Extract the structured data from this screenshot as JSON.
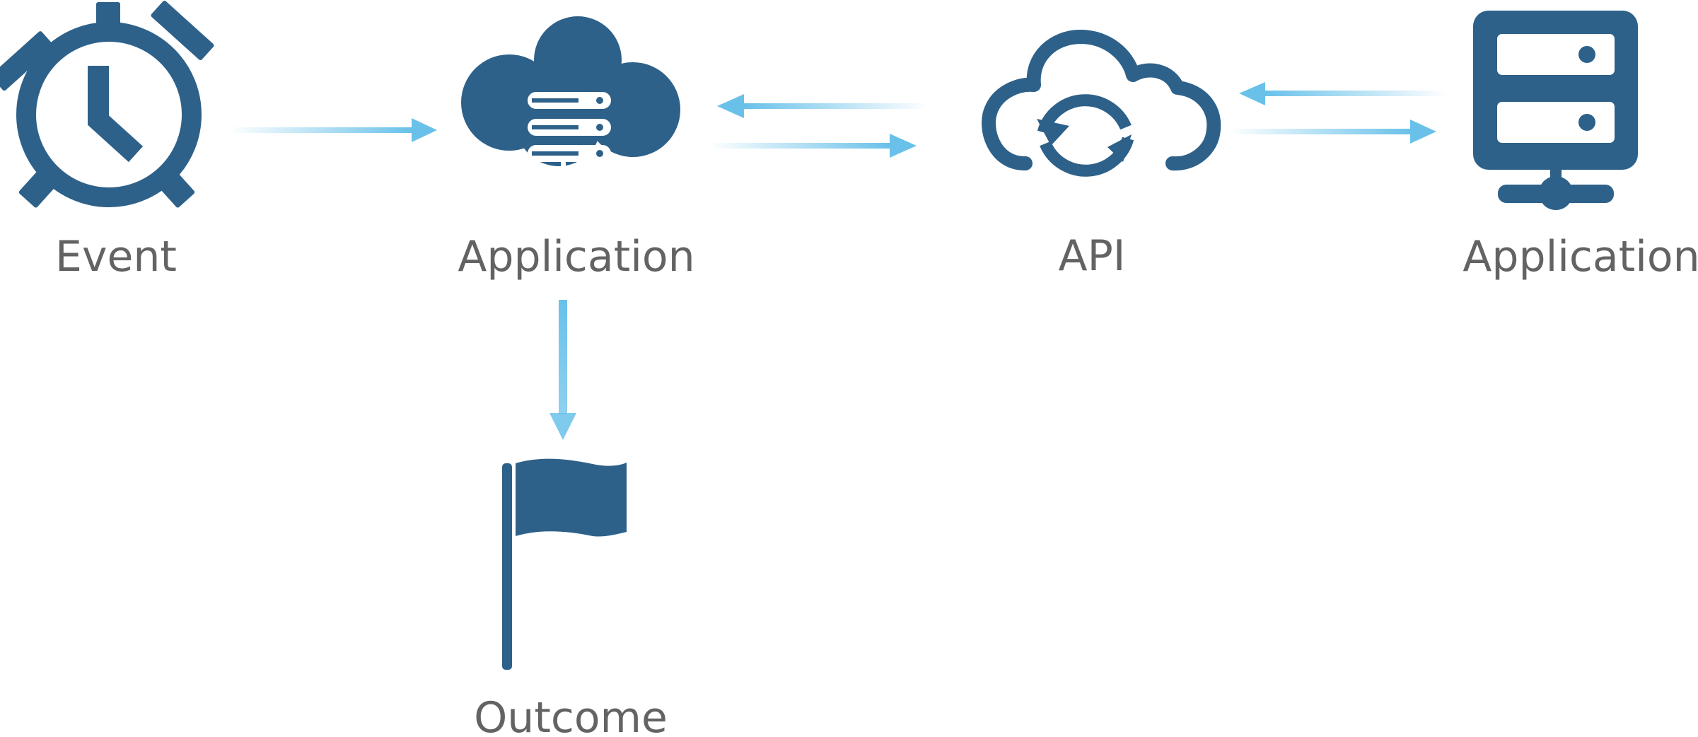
{
  "colors": {
    "icon": "#2E6189",
    "arrow": "#69C1EA",
    "label": "#636363",
    "background": "#FFFFFF"
  },
  "nodes": {
    "event": {
      "label": "Event",
      "icon": "alarm-clock-icon"
    },
    "application_left": {
      "label": "Application",
      "icon": "cloud-server-icon"
    },
    "api": {
      "label": "API",
      "icon": "cloud-sync-icon"
    },
    "application_right": {
      "label": "Application",
      "icon": "server-icon"
    },
    "outcome": {
      "label": "Outcome",
      "icon": "flag-icon"
    }
  },
  "edges": [
    {
      "from": "event",
      "to": "application_left"
    },
    {
      "from": "api",
      "to": "application_left"
    },
    {
      "from": "application_left",
      "to": "api"
    },
    {
      "from": "application_right",
      "to": "api"
    },
    {
      "from": "api",
      "to": "application_right"
    },
    {
      "from": "application_left",
      "to": "outcome"
    }
  ]
}
